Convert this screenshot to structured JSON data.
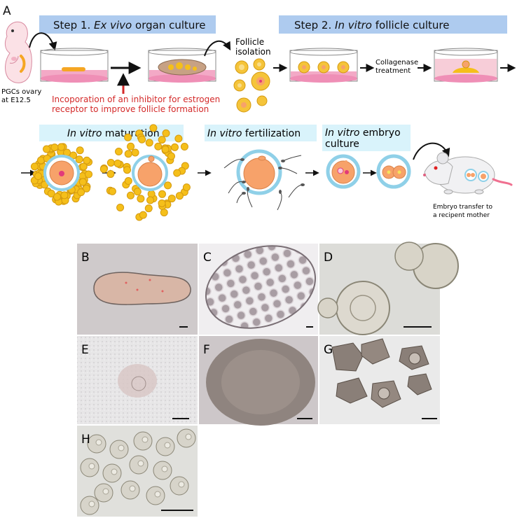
{
  "panel_a": {
    "label": "A",
    "step1": "Step 1. Ex vivo organ culture",
    "step1_prefix": "Step 1. ",
    "step1_italic": "Ex vivo",
    "step1_suffix": " organ culture",
    "step2_prefix": "Step 2. ",
    "step2_italic": "In vitro",
    "step2_suffix": " follicle culture",
    "pgcs_line1": "PGCs ovary",
    "pgcs_line2": "at E12.5",
    "follicle_line1": "Follicle",
    "follicle_line2": "isolation",
    "collagenase_line1": "Collagenase",
    "collagenase_line2": "treatment",
    "inhibitor_line1": "Incoporation of an inhibitor for estrogen",
    "inhibitor_line2": "receptor to improve follicle formation",
    "ivm_italic": "In vitro",
    "ivm_suffix": " maturation",
    "ivf_italic": "In vitro",
    "ivf_suffix": " fertilization",
    "ivc_italic": "In vitro",
    "ivc_suffix1": " embryo",
    "ivc_line2": "culture",
    "transfer_line1": "Embryo transfer to",
    "transfer_line2": "a recipent mother"
  },
  "micrographs": [
    {
      "label": "B"
    },
    {
      "label": "C"
    },
    {
      "label": "D"
    },
    {
      "label": "E"
    },
    {
      "label": "F"
    },
    {
      "label": "G"
    },
    {
      "label": "H"
    }
  ],
  "colors": {
    "step_box": "#aecbef",
    "stage_box": "#d9f3fb",
    "inhibitor_text": "#d42a2a",
    "dish_medium": "#f3a9c6",
    "oocyte": "#f7a26a",
    "cumulus": "#f5bf1a",
    "zona": "#8fd0e8"
  }
}
